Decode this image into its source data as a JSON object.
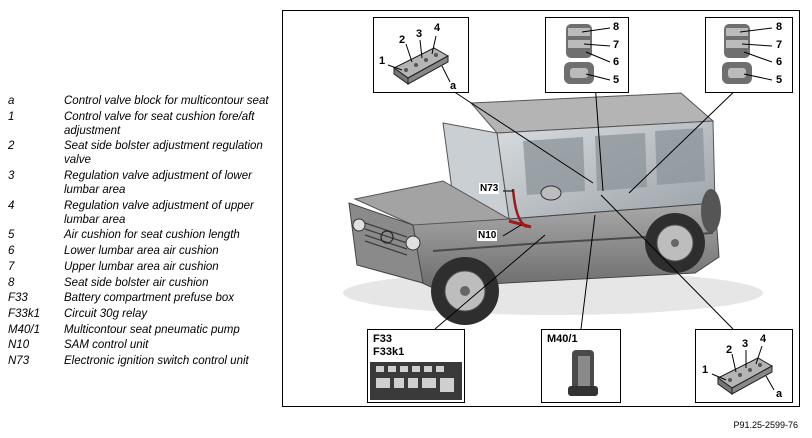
{
  "legend": [
    {
      "key": "a",
      "text": "Control valve block for multicontour seat"
    },
    {
      "key": "1",
      "text": "Control valve for seat cushion fore/aft adjustment"
    },
    {
      "key": "2",
      "text": "Seat side bolster adjustment regulation valve"
    },
    {
      "key": "3",
      "text": "Regulation valve adjustment of lower lumbar area"
    },
    {
      "key": "4",
      "text": "Regulation valve adjustment of upper lumbar area"
    },
    {
      "key": "5",
      "text": "Air cushion for seat cushion length"
    },
    {
      "key": "6",
      "text": "Lower lumbar area air cushion"
    },
    {
      "key": "7",
      "text": "Upper lumbar area air cushion"
    },
    {
      "key": "8",
      "text": "Seat side bolster air cushion"
    },
    {
      "key": "F33",
      "text": "Battery compartment prefuse box"
    },
    {
      "key": "F33k1",
      "text": "Circuit 30g relay"
    },
    {
      "key": "M40/1",
      "text": "Multicontour seat pneumatic pump"
    },
    {
      "key": "N10",
      "text": "SAM control unit"
    },
    {
      "key": "N73",
      "text": "Electronic ignition switch control unit"
    }
  ],
  "diagram": {
    "labels": {
      "n73": "N73",
      "n10": "N10",
      "f33": "F33",
      "f33k1": "F33k1",
      "m40": "M40/1",
      "a": "a",
      "n1": "1",
      "n2": "2",
      "n3": "3",
      "n4": "4",
      "n5": "5",
      "n6": "6",
      "n7": "7",
      "n8": "8"
    },
    "reference": "P91.25-2599-76"
  }
}
